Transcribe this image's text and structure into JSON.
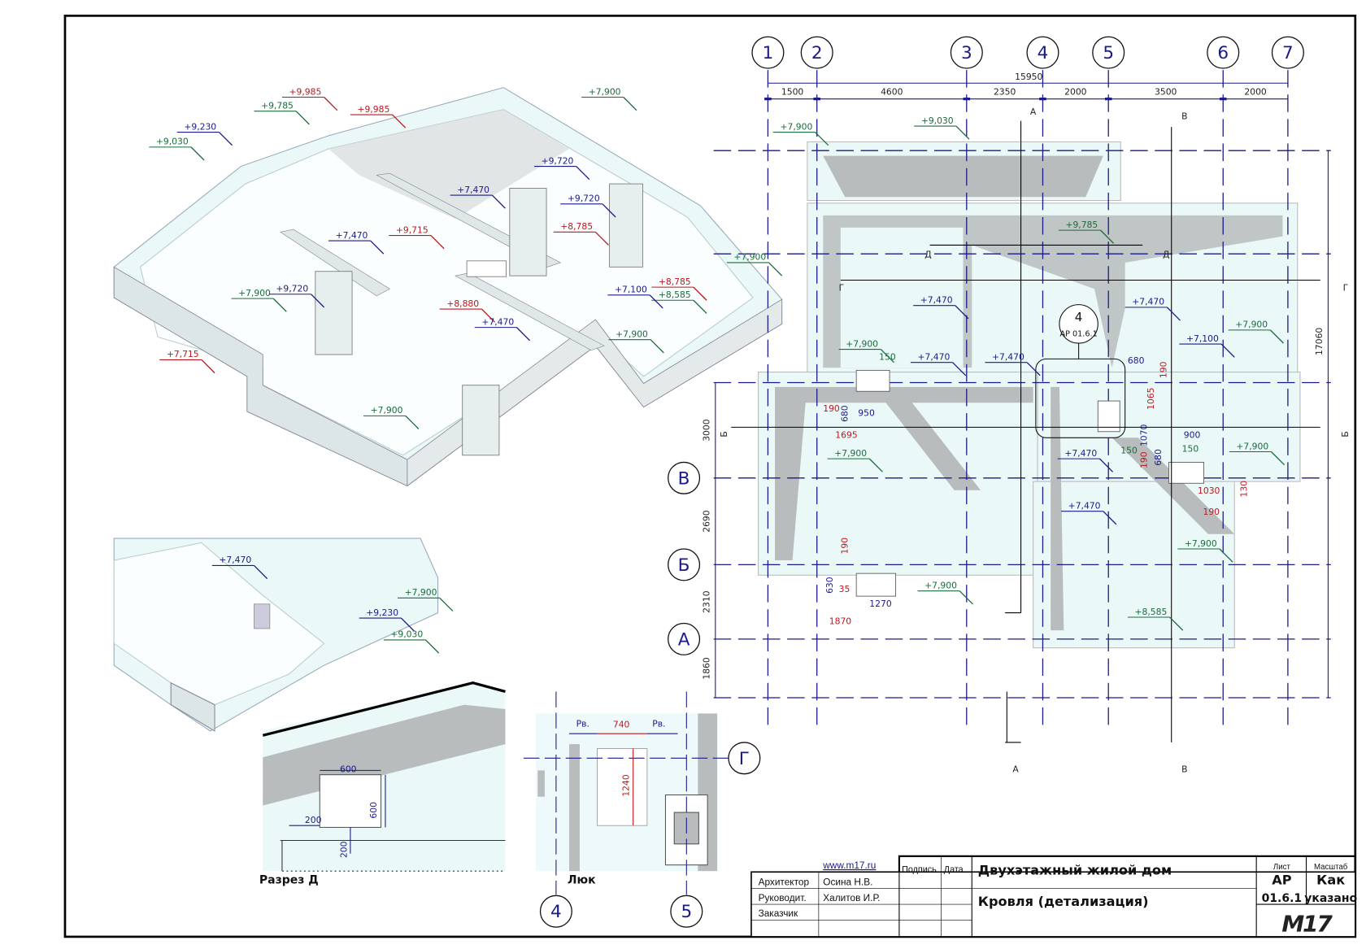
{
  "drawing": {
    "axes_top": [
      "1",
      "2",
      "3",
      "4",
      "5",
      "6",
      "7"
    ],
    "axes_left": [
      "В",
      "Б",
      "А"
    ],
    "axis_g": "Г",
    "axes_bottom": [
      "4",
      "5"
    ],
    "overall_width": "15950",
    "top_dims": [
      "1500",
      "4600",
      "2350",
      "2000",
      "3500",
      "2000"
    ],
    "left_dims": [
      "3000",
      "2690",
      "2310",
      "1860"
    ],
    "overall_height": "17060",
    "section_marks": {
      "a": "А",
      "v": "В",
      "d": "Д",
      "g": "Г",
      "b": "Б"
    },
    "callout": {
      "number": "4",
      "sheet": "АР 01.6.1"
    },
    "iso_elevations": [
      {
        "t": "+9,985",
        "c": "r"
      },
      {
        "t": "+9,985",
        "c": "r"
      },
      {
        "t": "+9,715",
        "c": "r"
      },
      {
        "t": "+8,785",
        "c": "r"
      },
      {
        "t": "+8,785",
        "c": "r"
      },
      {
        "t": "+8,880",
        "c": "r"
      },
      {
        "t": "+7,715",
        "c": "r"
      },
      {
        "t": "+9,785",
        "c": "g"
      },
      {
        "t": "+9,030",
        "c": "g"
      },
      {
        "t": "+7,900",
        "c": "g"
      },
      {
        "t": "+7,900",
        "c": "g"
      },
      {
        "t": "+8,585",
        "c": "g"
      },
      {
        "t": "+7,900",
        "c": "g"
      },
      {
        "t": "+7,900",
        "c": "g"
      },
      {
        "t": "+7,900",
        "c": "g"
      },
      {
        "t": "+9,230",
        "c": "b"
      },
      {
        "t": "+9,720",
        "c": "b"
      },
      {
        "t": "+9,720",
        "c": "b"
      },
      {
        "t": "+7,470",
        "c": "b"
      },
      {
        "t": "+7,470",
        "c": "b"
      },
      {
        "t": "+9,720",
        "c": "b"
      },
      {
        "t": "+7,100",
        "c": "b"
      },
      {
        "t": "+7,470",
        "c": "b"
      }
    ],
    "detail_elevations": [
      {
        "t": "+7,470",
        "c": "b"
      },
      {
        "t": "+9,230",
        "c": "b"
      },
      {
        "t": "+7,900",
        "c": "g"
      },
      {
        "t": "+9,030",
        "c": "g"
      }
    ],
    "plan_elevations": [
      {
        "t": "+7,900",
        "c": "g"
      },
      {
        "t": "+9,030",
        "c": "g"
      },
      {
        "t": "+9,785",
        "c": "g"
      },
      {
        "t": "+7,470",
        "c": "b"
      },
      {
        "t": "+7,470",
        "c": "b"
      },
      {
        "t": "+7,100",
        "c": "b"
      },
      {
        "t": "+7,900",
        "c": "g"
      },
      {
        "t": "+7,900",
        "c": "g"
      },
      {
        "t": "+7,470",
        "c": "b"
      },
      {
        "t": "+7,470",
        "c": "b"
      },
      {
        "t": "+7,900",
        "c": "g"
      },
      {
        "t": "+7,470",
        "c": "b"
      },
      {
        "t": "+7,900",
        "c": "g"
      },
      {
        "t": "+7,470",
        "c": "b"
      },
      {
        "t": "+7,900",
        "c": "g"
      },
      {
        "t": "+7,900",
        "c": "g"
      },
      {
        "t": "+8,585",
        "c": "g"
      }
    ],
    "plan_dims": [
      {
        "t": "190",
        "c": "r"
      },
      {
        "t": "680",
        "c": "b"
      },
      {
        "t": "950",
        "c": "b"
      },
      {
        "t": "1695",
        "c": "r"
      },
      {
        "t": "150",
        "c": "g"
      },
      {
        "t": "680",
        "c": "b"
      },
      {
        "t": "190",
        "c": "r"
      },
      {
        "t": "1065",
        "c": "r"
      },
      {
        "t": "1070",
        "c": "b"
      },
      {
        "t": "150",
        "c": "g"
      },
      {
        "t": "900",
        "c": "b"
      },
      {
        "t": "150",
        "c": "g"
      },
      {
        "t": "190",
        "c": "r"
      },
      {
        "t": "680",
        "c": "b"
      },
      {
        "t": "1030",
        "c": "r"
      },
      {
        "t": "190",
        "c": "r"
      },
      {
        "t": "130",
        "c": "r"
      },
      {
        "t": "190",
        "c": "r"
      },
      {
        "t": "630",
        "c": "b"
      },
      {
        "t": "35",
        "c": "r"
      },
      {
        "t": "1270",
        "c": "b"
      },
      {
        "t": "1870",
        "c": "r"
      }
    ],
    "section_d": {
      "label": "Разрез Д",
      "w": "600",
      "h": "600",
      "offset_x": "200",
      "offset_y": "200"
    },
    "hatch": {
      "label": "Люк",
      "side_left": "Рв.",
      "width": "740",
      "side_right": "Рв.",
      "height": "1240"
    }
  },
  "title_block": {
    "website": "www.m17.ru",
    "col_signature": "Подпись",
    "col_date": "Дата",
    "rows": [
      {
        "role": "Архитектор",
        "name": "Осина Н.В."
      },
      {
        "role": "Руководит.",
        "name": "Халитов И.Р."
      },
      {
        "role": "Заказчик",
        "name": ""
      }
    ],
    "project": "Двухэтажный жилой дом",
    "sheet_title": "Кровля (детализация)",
    "sheet_label": "Лист",
    "sheet_code_1": "АР",
    "sheet_code_2": "01.6.1",
    "scale_label": "Масштаб",
    "scale_1": "Как",
    "scale_2": "указано",
    "logo": "M17"
  },
  "colors": {
    "red": "#c0161b",
    "green": "#1a6b3a",
    "blue": "#1a1a8a",
    "roof": "#eaf8f8",
    "shadow": "#b9bcbc"
  }
}
